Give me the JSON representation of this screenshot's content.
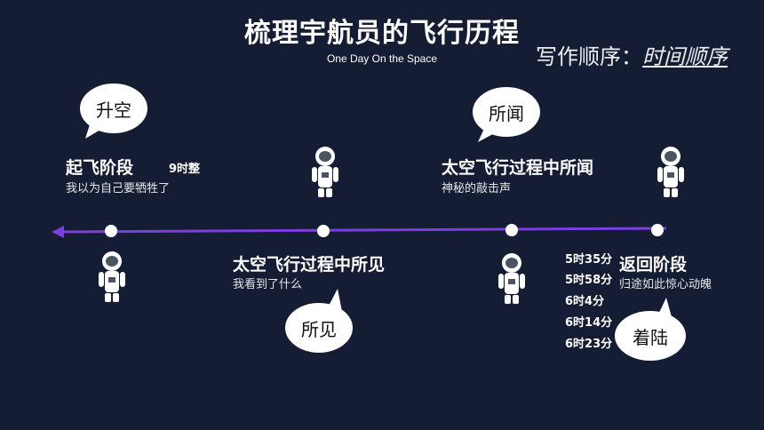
{
  "title": "梳理宇航员的飞行历程",
  "subtitle": "One Day On the Space",
  "order": {
    "label": "写作顺序：",
    "value": "时间顺序"
  },
  "bubbles": [
    {
      "text": "升空"
    },
    {
      "text": "所闻"
    },
    {
      "text": "所见"
    },
    {
      "text": "着陆"
    }
  ],
  "stages": [
    {
      "heading": "起飞阶段",
      "time": "9时整",
      "desc": "我以为自己要牺牲了"
    },
    {
      "heading": "太空飞行过程中所闻",
      "desc": "神秘的敲击声"
    },
    {
      "heading": "太空飞行过程中所见",
      "desc": "我看到了什么"
    },
    {
      "heading": "返回阶段",
      "desc": "归途如此惊心动魄"
    }
  ],
  "return_times": [
    "5时35分",
    "5时58分",
    "6时4分",
    "6时14分",
    "6时23分"
  ],
  "colors": {
    "background": "#141d33",
    "timeline": "#7b3fe0",
    "node": "#ffffff"
  },
  "icons": [
    "astronaut-icon"
  ]
}
